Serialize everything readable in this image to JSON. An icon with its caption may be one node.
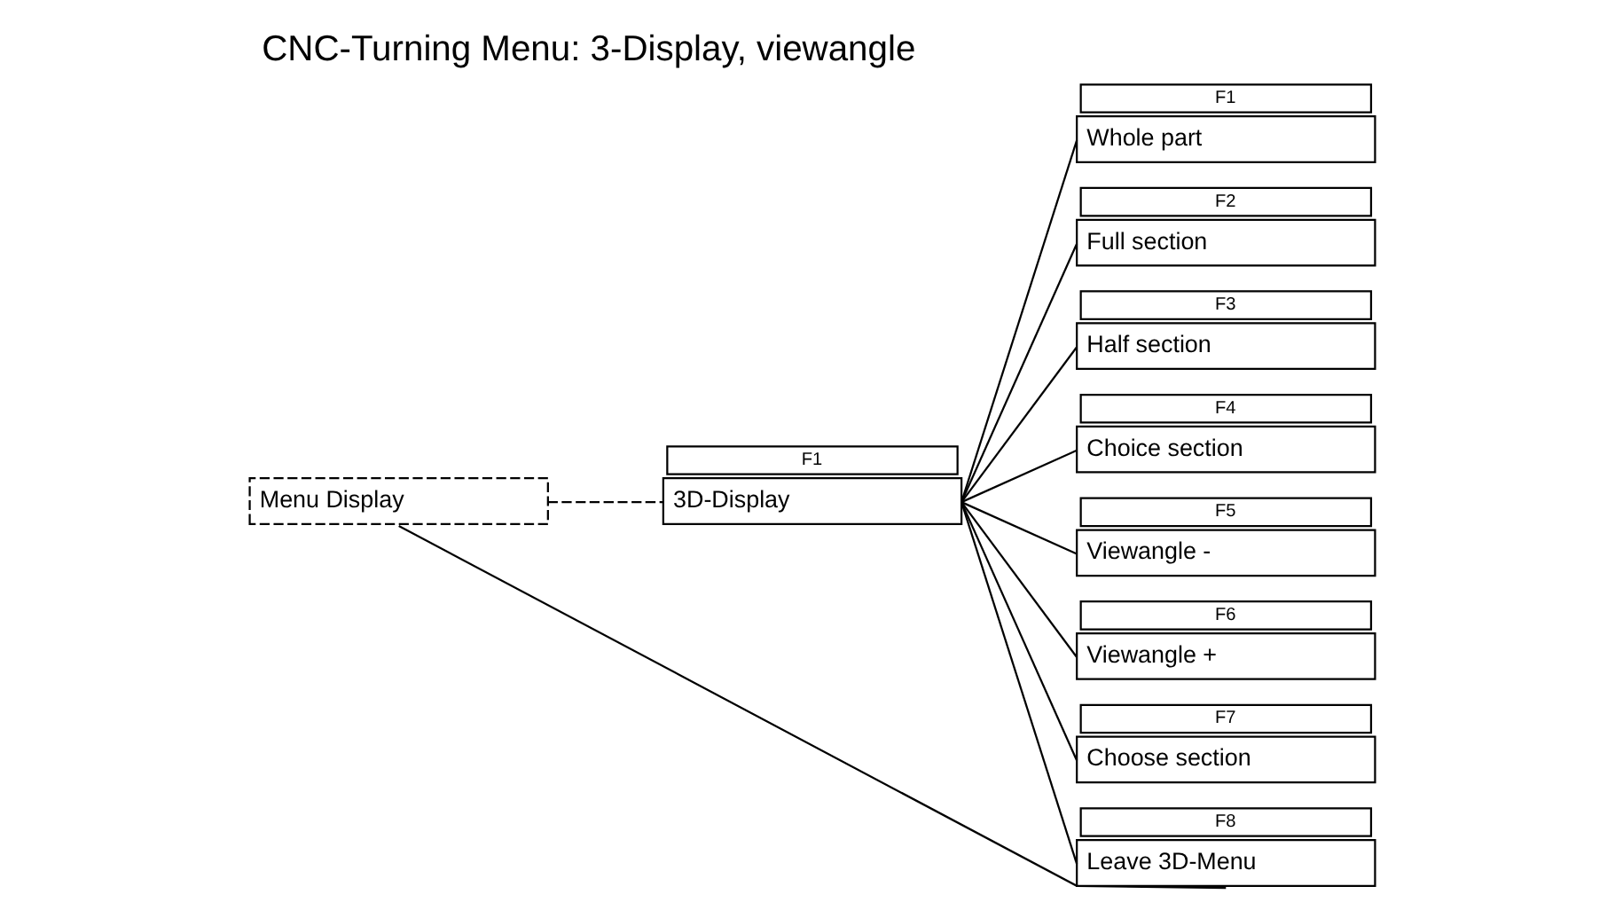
{
  "diagram": {
    "title": "CNC-Turning Menu: 3-Display, viewangle",
    "nodes": [
      {
        "text": [
          "Menu Display"
        ]
      },
      {
        "text": [
          "3D-Display"
        ],
        "beside": [
          "F1"
        ]
      },
      {
        "text": [
          "Whole part"
        ],
        "beside": [
          "F1"
        ]
      },
      {
        "text": [
          "Full section"
        ],
        "beside": [
          "F2"
        ]
      },
      {
        "text": [
          "Half section"
        ],
        "beside": [
          "F3"
        ]
      },
      {
        "text": [
          "Choice section"
        ],
        "beside": [
          "F4"
        ]
      },
      {
        "text": [
          "Viewangle -"
        ],
        "beside": [
          "F5"
        ]
      },
      {
        "text": [
          "Viewangle +"
        ],
        "beside": [
          "F6"
        ]
      },
      {
        "text": [
          "Choose section"
        ],
        "beside": [
          "F7"
        ]
      },
      {
        "text": [
          "Leave 3D-Menu"
        ],
        "beside": [
          "F8"
        ]
      }
    ],
    "edges": [
      {
        "from": 0,
        "to": 1,
        "arrow": "none",
        "style": "dashed"
      },
      {
        "from": 1,
        "to": 2,
        "arrow": "none"
      },
      {
        "from": 1,
        "to": 3,
        "arrow": "none"
      },
      {
        "from": 1,
        "to": 4,
        "arrow": "none"
      },
      {
        "from": 1,
        "to": 5,
        "arrow": "none"
      },
      {
        "from": 1,
        "to": 6,
        "arrow": "none"
      },
      {
        "from": 1,
        "to": 7,
        "arrow": "none"
      },
      {
        "from": 1,
        "to": 8,
        "arrow": "none"
      },
      {
        "from": 1,
        "to": 9,
        "arrow": "none"
      },
      {
        "from": 9,
        "to": 0,
        "arrow": "none"
      }
    ]
  }
}
